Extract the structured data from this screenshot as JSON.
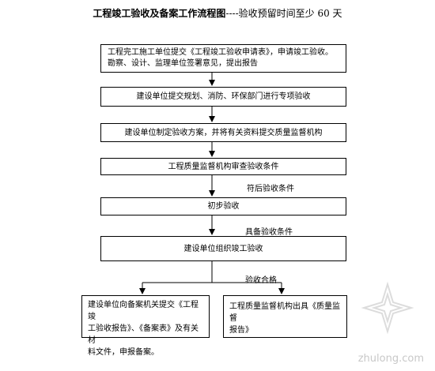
{
  "title": {
    "main": "工程竣工验收及备案工作流程图",
    "sub": "----验收预留时间至少 60 天"
  },
  "steps": [
    {
      "id": "s1",
      "lines": [
        "工程完工施工单位提交《工程竣工验收申请表》，申请竣工验收。",
        "勘察、设计、监理单位签署意见，提出报告"
      ]
    },
    {
      "id": "s2",
      "text": "建设单位提交规划、消防、环保部门进行专项验收"
    },
    {
      "id": "s3",
      "text": "建设单位制定验收方案，并将有关资料提交质量监督机构"
    },
    {
      "id": "s4",
      "text": "工程质量监督机构审查验收条件"
    },
    {
      "id": "s5",
      "text": "初步验收"
    },
    {
      "id": "s6",
      "text": "建设单位组织竣工验收"
    }
  ],
  "conditions": {
    "c1": "符后验收条件",
    "c2": "具备验收条件",
    "c3": "验收合格"
  },
  "outputs": {
    "left": [
      "建设单位向备案机关提交《工程竣",
      "工验收报告》、《备案表》及有关材",
      "料文件，申报备案。"
    ],
    "right": [
      "工程质量监督机构出具《质量监督",
      "报告》"
    ]
  },
  "watermark": "zhulong.com",
  "colors": {
    "line": "#000000",
    "watermark": "#c8c8c8"
  }
}
